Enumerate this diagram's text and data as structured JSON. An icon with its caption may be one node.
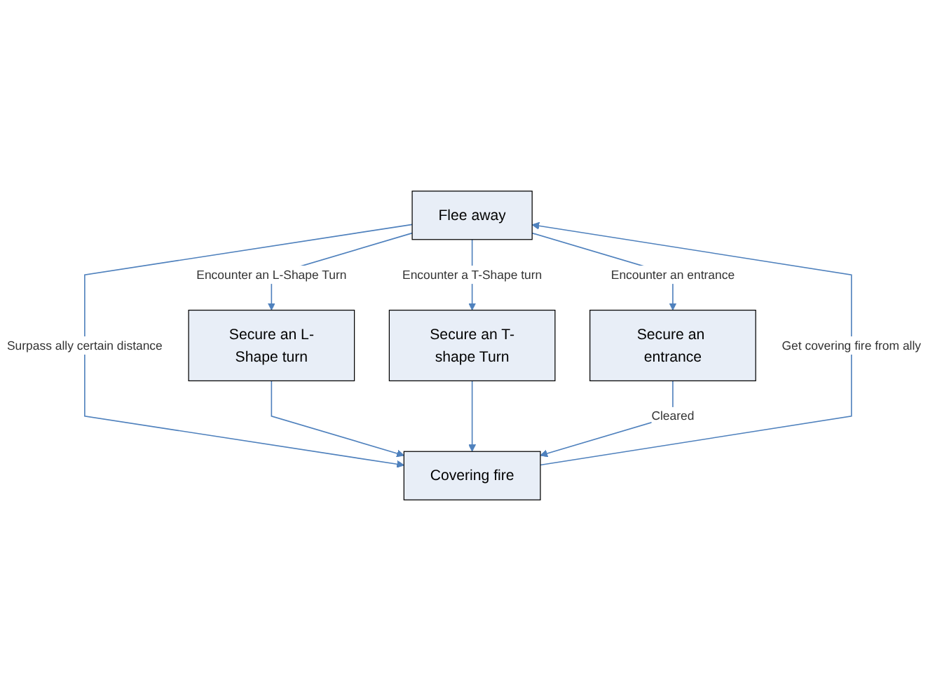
{
  "diagram": {
    "nodes": [
      {
        "text": [
          "Flee away"
        ]
      },
      {
        "text": [
          "Covering fire"
        ]
      },
      {
        "text": [
          "Secure an L-Shape turn"
        ]
      },
      {
        "text": [
          "Secure an T-shape Turn"
        ]
      },
      {
        "text": [
          "Secure an entrance"
        ]
      }
    ],
    "edges": [
      {
        "from": 1,
        "to": 0,
        "arrow": "to",
        "label": "Get covering fire from ally"
      },
      {
        "from": 0,
        "to": 1,
        "arrow": "to",
        "label": "Surpass ally certain distance"
      },
      {
        "from": 0,
        "to": 2,
        "arrow": "to",
        "label": "Encounter an L-Shape Turn"
      },
      {
        "from": 0,
        "to": 3,
        "arrow": "to",
        "label": "Encounter a T-Shape turn"
      },
      {
        "from": 0,
        "to": 4,
        "arrow": "to",
        "label": "Encounter an entrance"
      },
      {
        "from": 2,
        "to": 1,
        "arrow": "to"
      },
      {
        "from": 3,
        "to": 1,
        "arrow": "to"
      },
      {
        "from": 4,
        "to": 1,
        "arrow": "to",
        "label": "Cleared"
      }
    ]
  }
}
